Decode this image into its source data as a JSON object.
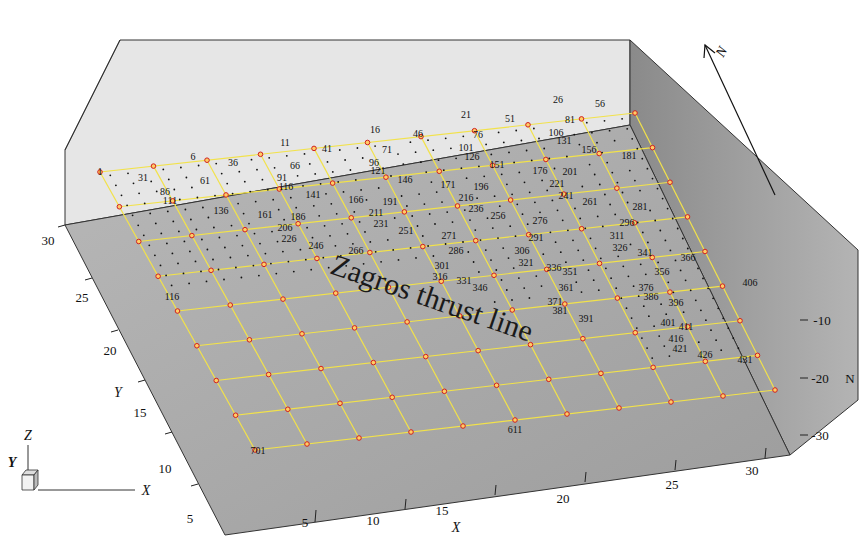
{
  "diagram": {
    "labels": [
      "30",
      "25",
      "20",
      "15",
      "10",
      "5",
      "Y",
      "5",
      "10",
      "15",
      "X",
      "20",
      "25",
      "30",
      "-10",
      "-20",
      "N",
      "-30",
      "N",
      "Z",
      "Y",
      "X",
      "Zagros thrust line",
      "1",
      "6",
      "11",
      "16",
      "21",
      "26",
      "31",
      "36",
      "41",
      "46",
      "51",
      "56",
      "61",
      "66",
      "71",
      "76",
      "81",
      "86",
      "91",
      "96",
      "101",
      "106",
      "111",
      "116",
      "121",
      "126",
      "131",
      "136",
      "141",
      "146",
      "151",
      "156",
      "161",
      "166",
      "171",
      "176",
      "181",
      "186",
      "191",
      "196",
      "201",
      "206",
      "211",
      "216",
      "221",
      "226",
      "231",
      "236",
      "241",
      "246",
      "251",
      "256",
      "261",
      "266",
      "271",
      "276",
      "281",
      "286",
      "291",
      "296",
      "301",
      "306",
      "311",
      "316",
      "321",
      "326",
      "331",
      "336",
      "341",
      "346",
      "351",
      "356",
      "361",
      "366",
      "371",
      "376",
      "381",
      "386",
      "391",
      "396",
      "401",
      "406",
      "411",
      "416",
      "421",
      "426",
      "431",
      "116",
      "611",
      "701"
    ]
  }
}
